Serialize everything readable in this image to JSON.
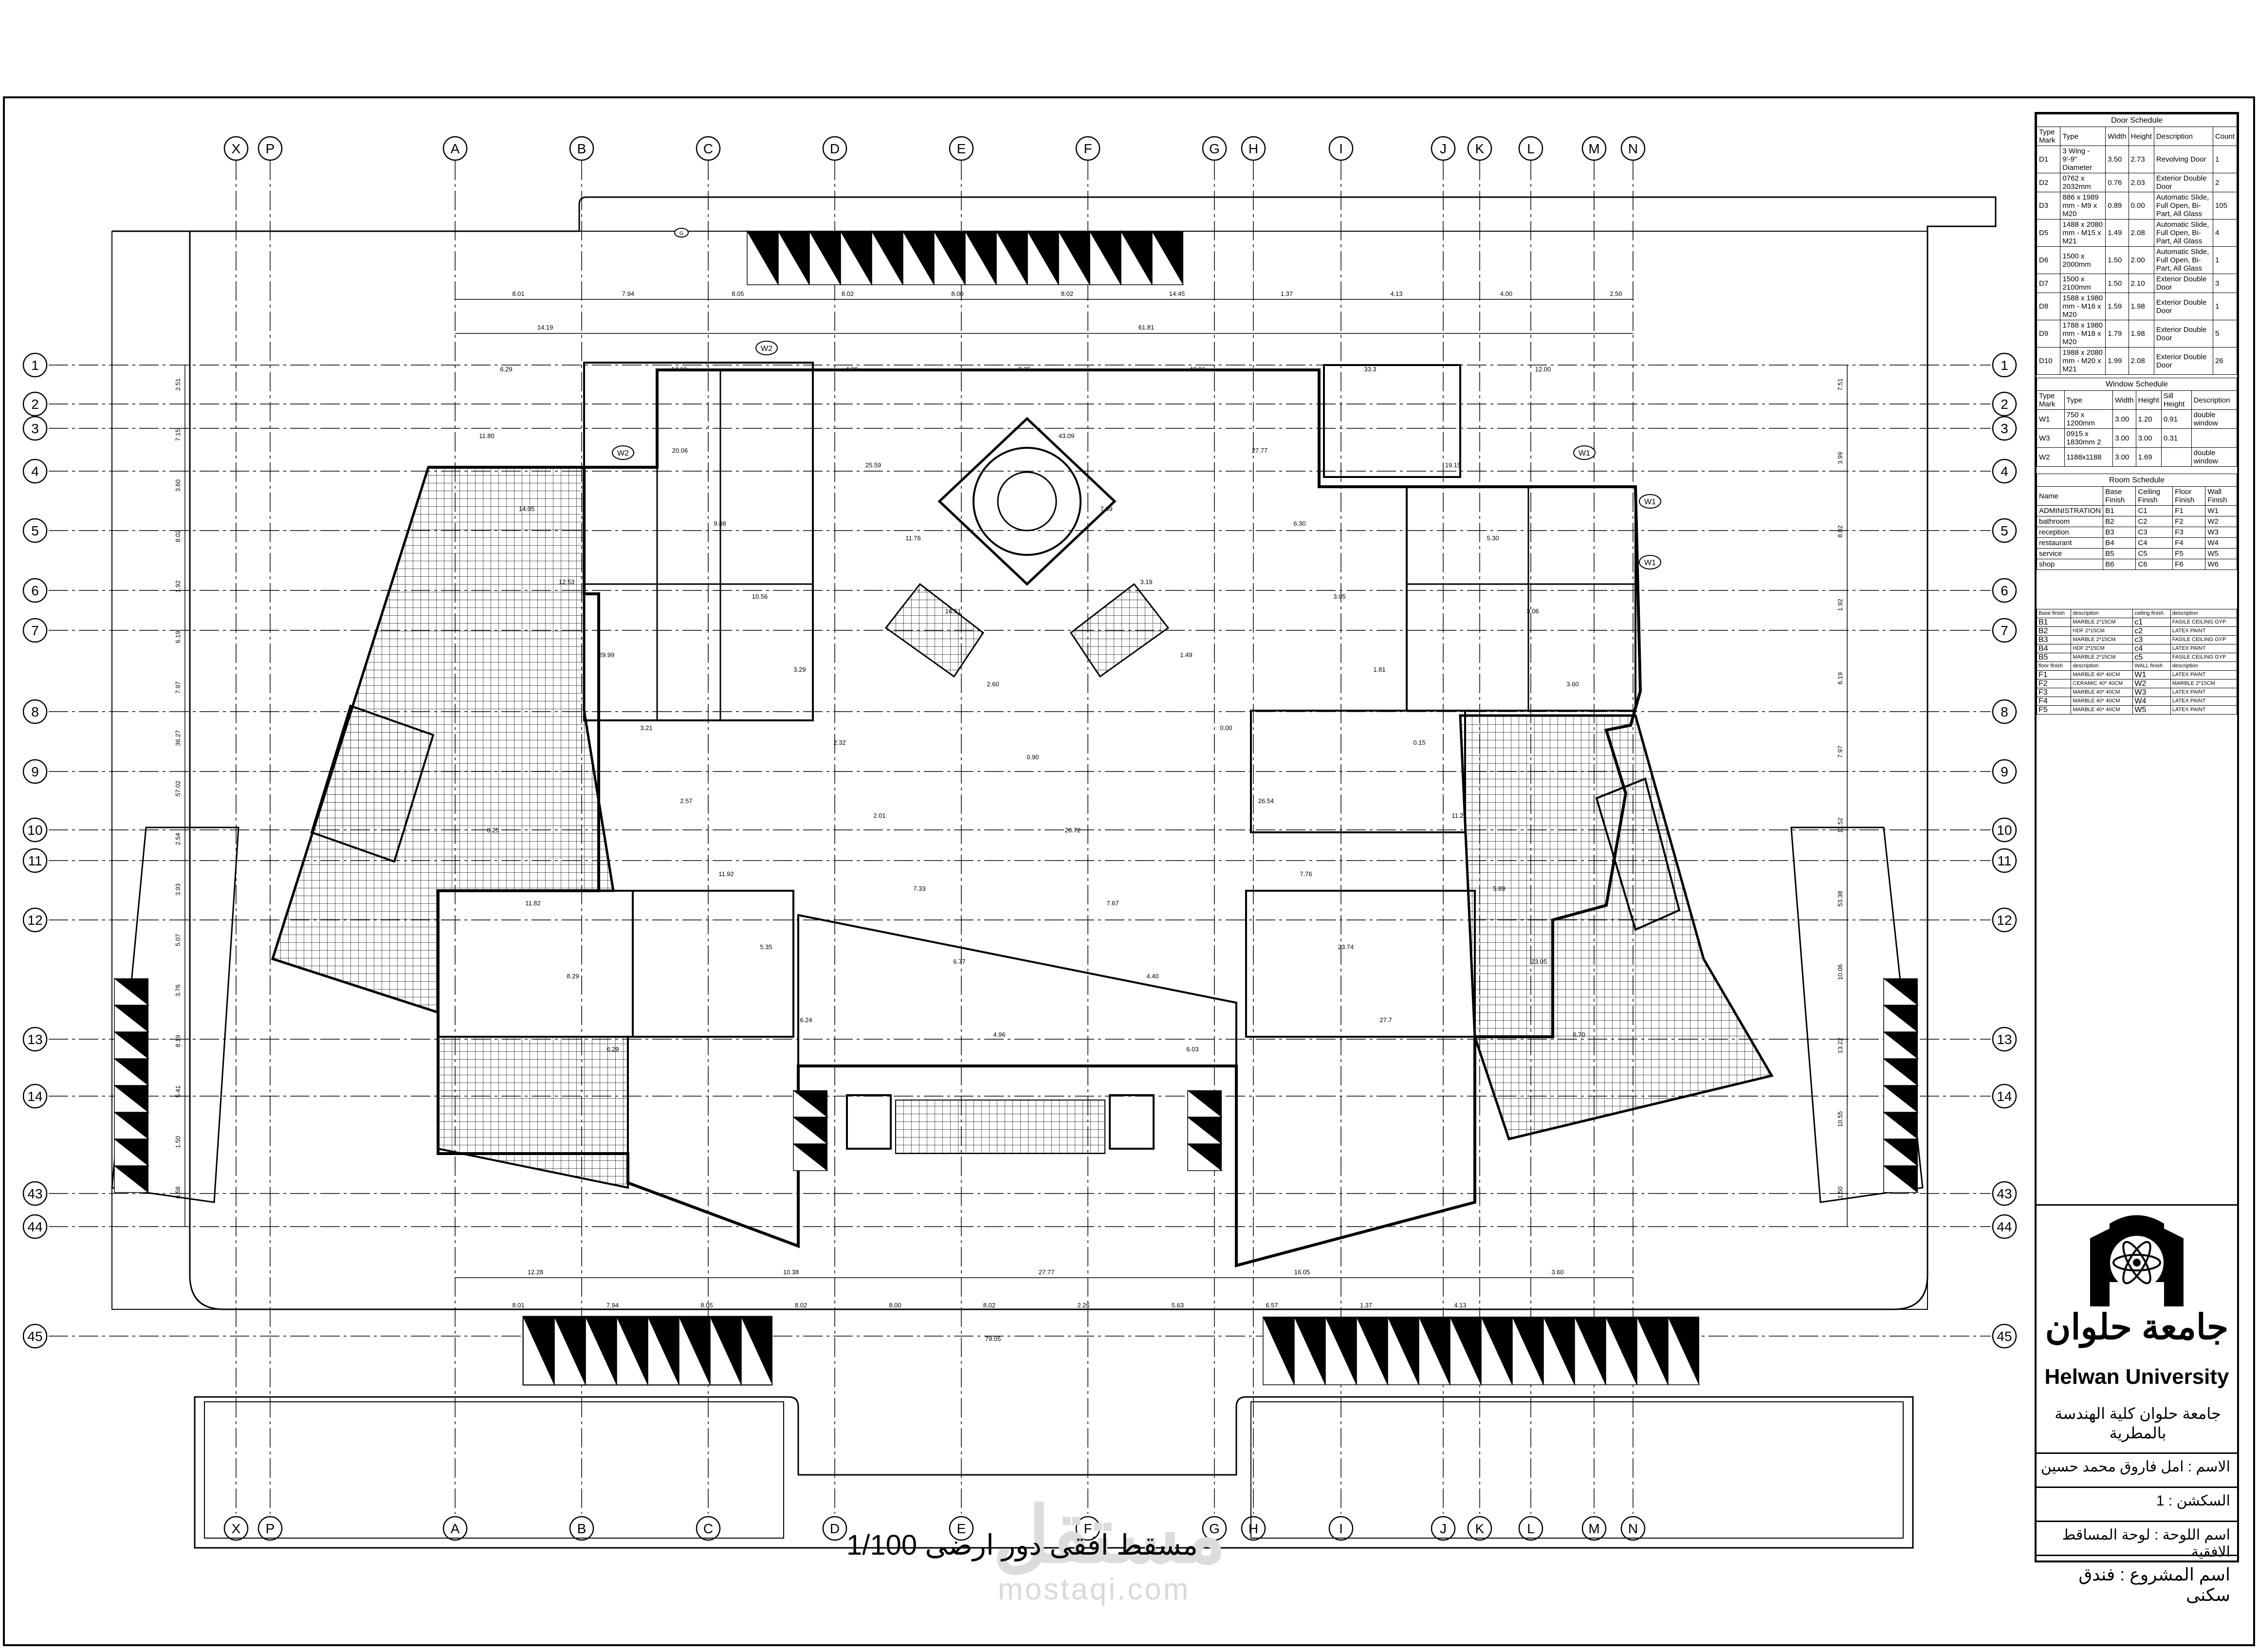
{
  "grid": {
    "columns": [
      "X",
      "P",
      "A",
      "B",
      "C",
      "D",
      "E",
      "F",
      "G",
      "H",
      "I",
      "J",
      "K",
      "L",
      "M",
      "N"
    ],
    "rows": [
      "1",
      "2",
      "3",
      "4",
      "5",
      "6",
      "7",
      "8",
      "9",
      "10",
      "11",
      "12",
      "13",
      "14",
      "43",
      "44",
      "45"
    ]
  },
  "dimensions": {
    "top_chain": [
      "8.01",
      "7.94",
      "8.05",
      "8.02",
      "8.00",
      "8.02",
      "14.45",
      "1.37",
      "4.13",
      "4.00",
      "2.50"
    ],
    "top_overall": [
      "14.19",
      "61.81"
    ],
    "upper_chain": [
      "6.29",
      "14.19",
      "4.90",
      "8.35",
      "42.91",
      "33.3",
      "12.00"
    ],
    "bottom_chain": [
      "12.28",
      "10.38",
      "27.77",
      "16.05",
      "3.60"
    ],
    "bottom_row45": [
      "8.01",
      "7.94",
      "8.05",
      "8.02",
      "8.00",
      "8.02",
      "2.26",
      "5.63",
      "6.57",
      "1.37",
      "4.13"
    ],
    "overall_bottom": "79.05",
    "left_side": [
      "2.51",
      "7.15",
      "3.60",
      "8.02",
      "1.92",
      "6.19",
      "7.97",
      "36.27",
      "57.02",
      "2.54",
      "3.93",
      "5.07",
      "3.76",
      "8.19",
      "5.41",
      "1.50",
      "6.58"
    ],
    "right_side": [
      "7.51",
      "3.99",
      "8.02",
      "1.92",
      "6.19",
      "7.97",
      "11.52",
      "53.38",
      "10.06",
      "13.22",
      "10.55",
      "1.50"
    ],
    "interior": [
      "11.80",
      "20.06",
      "25.59",
      "43.09",
      "27.77",
      "19.15",
      "14.05",
      "9.88",
      "11.76",
      "7.69",
      "6.30",
      "5.30",
      "12.53",
      "10.56",
      "16.51",
      "3.19",
      "3.05",
      "3.06",
      "29.99",
      "3.29",
      "2.60",
      "1.49",
      "1.81",
      "3.60",
      "3.21",
      "2.32",
      "0.90",
      "0.00",
      "0.15",
      "0.25",
      "2.57",
      "2.01",
      "20.72",
      "26.54",
      "11.21",
      "11.82",
      "11.92",
      "7.33",
      "7.67",
      "7.76",
      "5.89",
      "8.29",
      "5.35",
      "6.77",
      "4.40",
      "23.74",
      "23.05",
      "6.29",
      "6.24",
      "4.96",
      "6.03",
      "27.7",
      "6.70"
    ]
  },
  "tags": {
    "windows": [
      "W1",
      "W2"
    ],
    "grid_marker": "G"
  },
  "door_schedule": {
    "title": "Door Schedule",
    "headers": [
      "Type Mark",
      "Type",
      "Width",
      "Height",
      "Description",
      "Count"
    ],
    "rows": [
      [
        "D1",
        "3 Wing - 9'-9\" Diameter",
        "3.50",
        "2.73",
        "Revolving Door",
        "1"
      ],
      [
        "D2",
        "0762 x 2032mm",
        "0.76",
        "2.03",
        "Exterior Double Door",
        "2"
      ],
      [
        "D3",
        "886 x 1989 mm - M9 x M20",
        "0.89",
        "0.00",
        "Automatic Slide, Full Open, Bi-Part, All Glass",
        "105"
      ],
      [
        "D5",
        "1488 x 2080 mm - M15 x M21",
        "1.49",
        "2.08",
        "Automatic Slide, Full Open, Bi-Part, All Glass",
        "4"
      ],
      [
        "D6",
        "1500 x 2000mm",
        "1.50",
        "2.00",
        "Automatic Slide, Full Open, Bi-Part, All Glass",
        "1"
      ],
      [
        "D7",
        "1500 x 2100mm",
        "1.50",
        "2.10",
        "Exterior Double Door",
        "3"
      ],
      [
        "D8",
        "1588 x 1980 mm - M16 x M20",
        "1.59",
        "1.98",
        "Exterior Double Door",
        "1"
      ],
      [
        "D9",
        "1788 x 1980 mm - M18 x M20",
        "1.79",
        "1.98",
        "Exterior Double Door",
        "5"
      ],
      [
        "D10",
        "1988 x 2080 mm - M20 x M21",
        "1.99",
        "2.08",
        "Exterior Double Door",
        "26"
      ]
    ]
  },
  "window_schedule": {
    "title": "Window Schedule",
    "headers": [
      "Type Mark",
      "Type",
      "Width",
      "Height",
      "Sill Height",
      "Description"
    ],
    "rows": [
      [
        "W1",
        "750 x 1200mm",
        "3.00",
        "1.20",
        "0.91",
        "double window"
      ],
      [
        "W3",
        "0915 x 1830mm 2",
        "3.00",
        "3.00",
        "0.31",
        ""
      ],
      [
        "W2",
        "1188x1188",
        "3.00",
        "1.69",
        "",
        "double window"
      ]
    ]
  },
  "room_schedule": {
    "title": "Room Schedule",
    "headers": [
      "Name",
      "Base Finish",
      "Ceiling Finish",
      "Floor Finish",
      "Wall Finish"
    ],
    "rows": [
      [
        "ADMINISTRATION",
        "B1",
        "C1",
        "F1",
        "W1"
      ],
      [
        "bathroom",
        "B2",
        "C2",
        "F2",
        "W2"
      ],
      [
        "reception",
        "B3",
        "C3",
        "F3",
        "W3"
      ],
      [
        "restaurant",
        "B4",
        "C4",
        "F4",
        "W4"
      ],
      [
        "service",
        "B5",
        "C5",
        "F5",
        "W5"
      ],
      [
        "shop",
        "B6",
        "C6",
        "F6",
        "W6"
      ]
    ]
  },
  "finish_legend": {
    "headers1": [
      "Base finish",
      "description",
      "ceiling finish",
      "description"
    ],
    "rows1": [
      [
        "B1",
        "MARBLE 2*15CM",
        "c1",
        "FASILE CEILING GYP"
      ],
      [
        "B2",
        "HDF 2*15CM",
        "c2",
        "LATEX PAINT"
      ],
      [
        "B3",
        "MARBLE 2*15CM",
        "c3",
        "FASILE CEILING GYP"
      ],
      [
        "B4",
        "HDF 2*15CM",
        "c4",
        "LATEX PAINT"
      ],
      [
        "B5",
        "MARBLE 2*15CM",
        "c5",
        "FASILE CEILING GYP"
      ]
    ],
    "headers2": [
      "floor finish",
      "description",
      "WALL finish",
      "description"
    ],
    "rows2": [
      [
        "F1",
        "MARBLE 40* 40CM",
        "W1",
        "LATEX PAINT"
      ],
      [
        "F2",
        "CERAMIC 40* 40CM",
        "W2",
        "MARBLE 2*15CM"
      ],
      [
        "F3",
        "MARBLE 40* 40CM",
        "W3",
        "LATEX PAINT"
      ],
      [
        "F4",
        "MARBLE 40* 40CM",
        "W4",
        "LATEX PAINT"
      ],
      [
        "F5",
        "MARBLE 40* 40CM",
        "W5",
        "LATEX PAINT"
      ]
    ]
  },
  "title_block": {
    "logo_arabic": "جامعة حلوان",
    "logo_english": "Helwan University",
    "faculty": "جامعة حلوان كلية الهندسة بالمطرية",
    "name_line": "الاسم : امل فاروق محمد حسين",
    "section_line": "السكشن : 1",
    "sheet_line": "اسم اللوحة : لوحة المساقط الافقية",
    "project_line": "اسم المشروع : فندق سكنى"
  },
  "drawing_title": "مسقط افقى دور ارضى 1/100",
  "watermark": {
    "arabic": "مستقل",
    "url": "mostaqi.com"
  }
}
